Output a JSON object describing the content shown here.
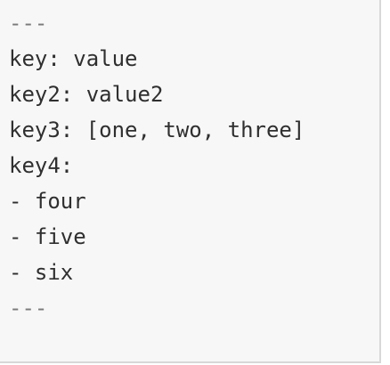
{
  "code": {
    "lines": [
      "---",
      "key: value",
      "key2: value2",
      "key3: [one, two, three]",
      "key4:",
      "- four",
      "- five",
      "- six",
      "---"
    ]
  }
}
